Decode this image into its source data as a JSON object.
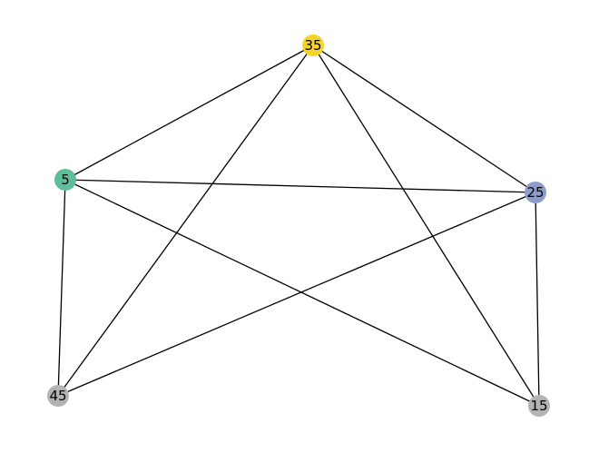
{
  "graph": {
    "type": "undirected-network",
    "nodes": [
      {
        "id": "35",
        "label": "35",
        "color": "#f5d327"
      },
      {
        "id": "5",
        "label": "5",
        "color": "#5fbe9a"
      },
      {
        "id": "25",
        "label": "25",
        "color": "#8c9ccb"
      },
      {
        "id": "45",
        "label": "45",
        "color": "#b3b3b3"
      },
      {
        "id": "15",
        "label": "15",
        "color": "#b3b3b3"
      }
    ],
    "edges": [
      [
        "35",
        "5"
      ],
      [
        "35",
        "25"
      ],
      [
        "35",
        "45"
      ],
      [
        "35",
        "15"
      ],
      [
        "5",
        "25"
      ],
      [
        "5",
        "45"
      ],
      [
        "5",
        "15"
      ],
      [
        "25",
        "45"
      ],
      [
        "25",
        "15"
      ]
    ]
  }
}
